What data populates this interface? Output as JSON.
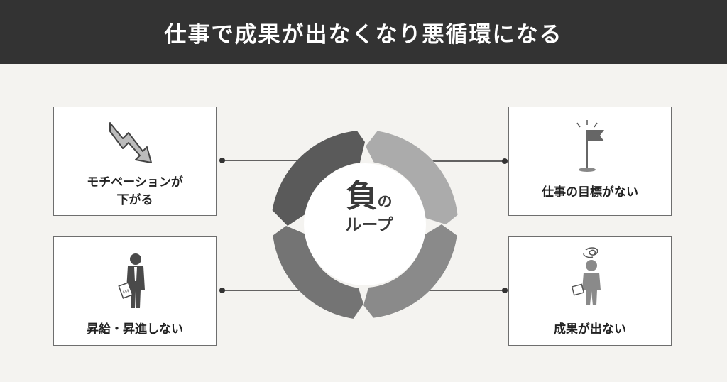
{
  "header": {
    "title": "仕事で成果が出なくなり悪循環になる"
  },
  "center": {
    "main": "負",
    "particle": "の",
    "sub": "ループ"
  },
  "cards": {
    "motivation": {
      "line1": "モチベーションが",
      "line2": "下がる"
    },
    "promotion": {
      "label": "昇給・昇進しない"
    },
    "no_goal": {
      "label": "仕事の目標がない"
    },
    "no_result": {
      "label": "成果が出ない"
    }
  },
  "colors": {
    "header_bg": "#333333",
    "segment_dark": "#5a5a5a",
    "segment_mid": "#7d7d7d",
    "segment_light": "#ababab",
    "segment_mid_light": "#8f8f8f"
  },
  "icons": {
    "motivation": "down-trend-arrow-icon",
    "promotion": "businessman-icon",
    "no_goal": "flag-icon",
    "no_result": "confused-person-icon"
  }
}
